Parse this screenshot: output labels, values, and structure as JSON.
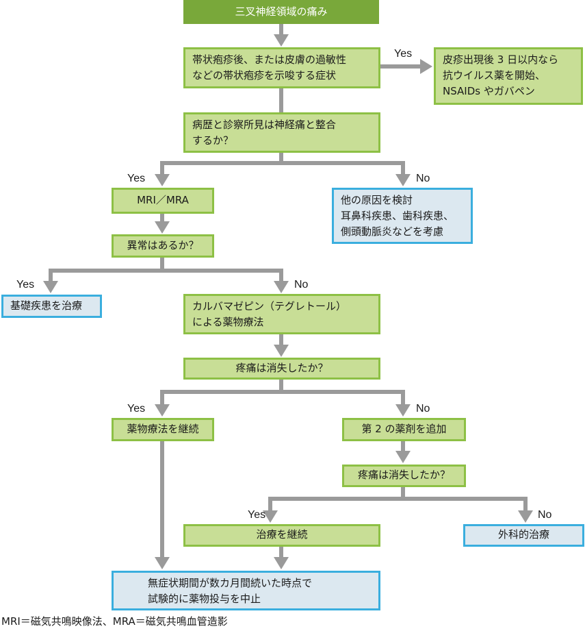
{
  "nodes": {
    "start": "三叉神経領域の痛み",
    "herpes_q": [
      "帯状疱疹後、または皮膚の過敏性",
      "などの帯状疱疹を示唆する症状"
    ],
    "herpes_yes": [
      "皮疹出現後 3 日以内なら",
      "抗ウイルス薬を開始、",
      "NSAIDs やガバペン"
    ],
    "neuralgia_q": [
      "病歴と診察所見は神経痛と整合",
      "するか？"
    ],
    "mri": "MRI／MRA",
    "other_causes": [
      "他の原因を検討",
      "耳鼻科疾患、歯科疾患、",
      "側頭動脈炎などを考慮"
    ],
    "abnormal_q": "異常はあるか？",
    "treat_underlying": "基礎疾患を治療",
    "carbamazepine": [
      "カルバマゼピン（テグレトール）",
      "による薬物療法"
    ],
    "pain_gone_q1": "疼痛は消失したか？",
    "continue_drug": "薬物療法を継続",
    "add_second": "第 2 の薬剤を追加",
    "pain_gone_q2": "疼痛は消失したか？",
    "continue_tx": "治療を継続",
    "surgery": "外科的治療",
    "taper": [
      "無症状期間が数カ月間続いた時点で",
      "試験的に薬物投与を中止"
    ]
  },
  "labels": {
    "yes": "Yes",
    "no": "No"
  },
  "footnote": "MRI＝磁気共鳴映像法、MRA＝磁気共鳴血管造影",
  "colors": {
    "title_fill": "#79a83a",
    "green_fill": "#c8de96",
    "green_border": "#8dc045",
    "blue_fill": "#dce8f0",
    "blue_border": "#3aaede",
    "arrow": "#999999"
  }
}
